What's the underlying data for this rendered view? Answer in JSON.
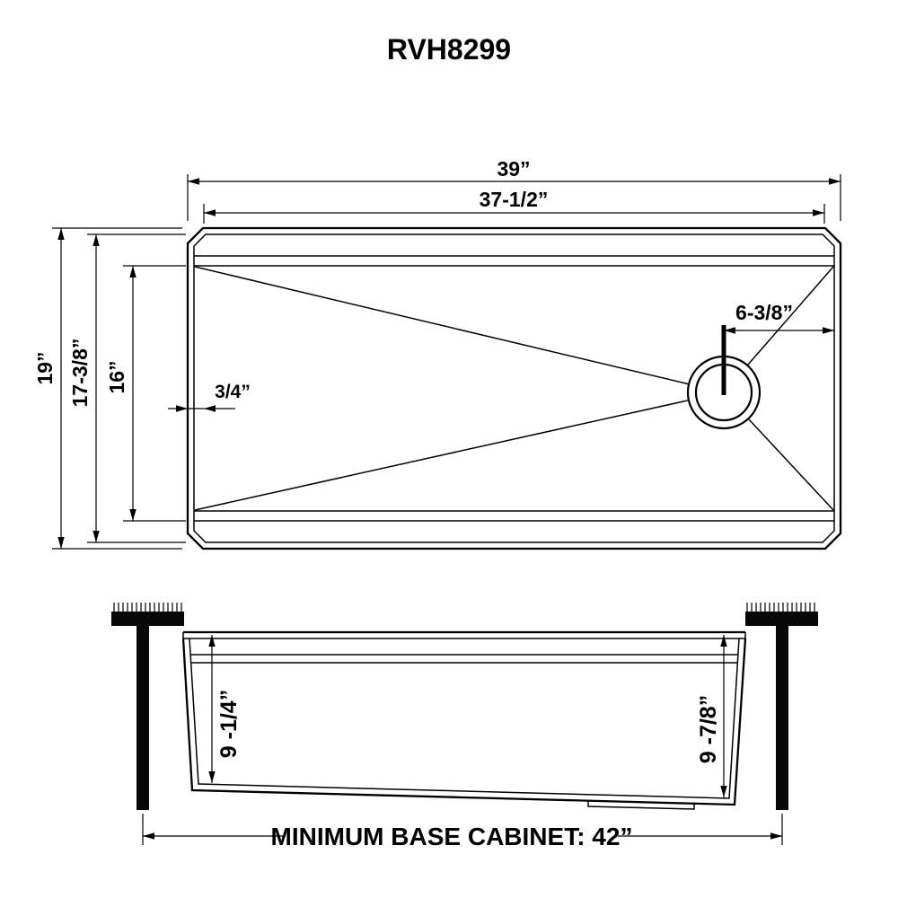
{
  "title": "RVH8299",
  "top_view": {
    "outer_width": "39”",
    "inner_width": "37-1/2”",
    "outer_depth": "19”",
    "rim_depth": "17-3/8”",
    "basin_depth": "16”",
    "ledge_width": "3/4”",
    "drain_offset": "6-3/8”"
  },
  "side_view": {
    "depth_left": "9 -1/4”",
    "depth_right": "9 -7/8”",
    "cabinet_note": "MINIMUM BASE CABINET: 42”"
  }
}
